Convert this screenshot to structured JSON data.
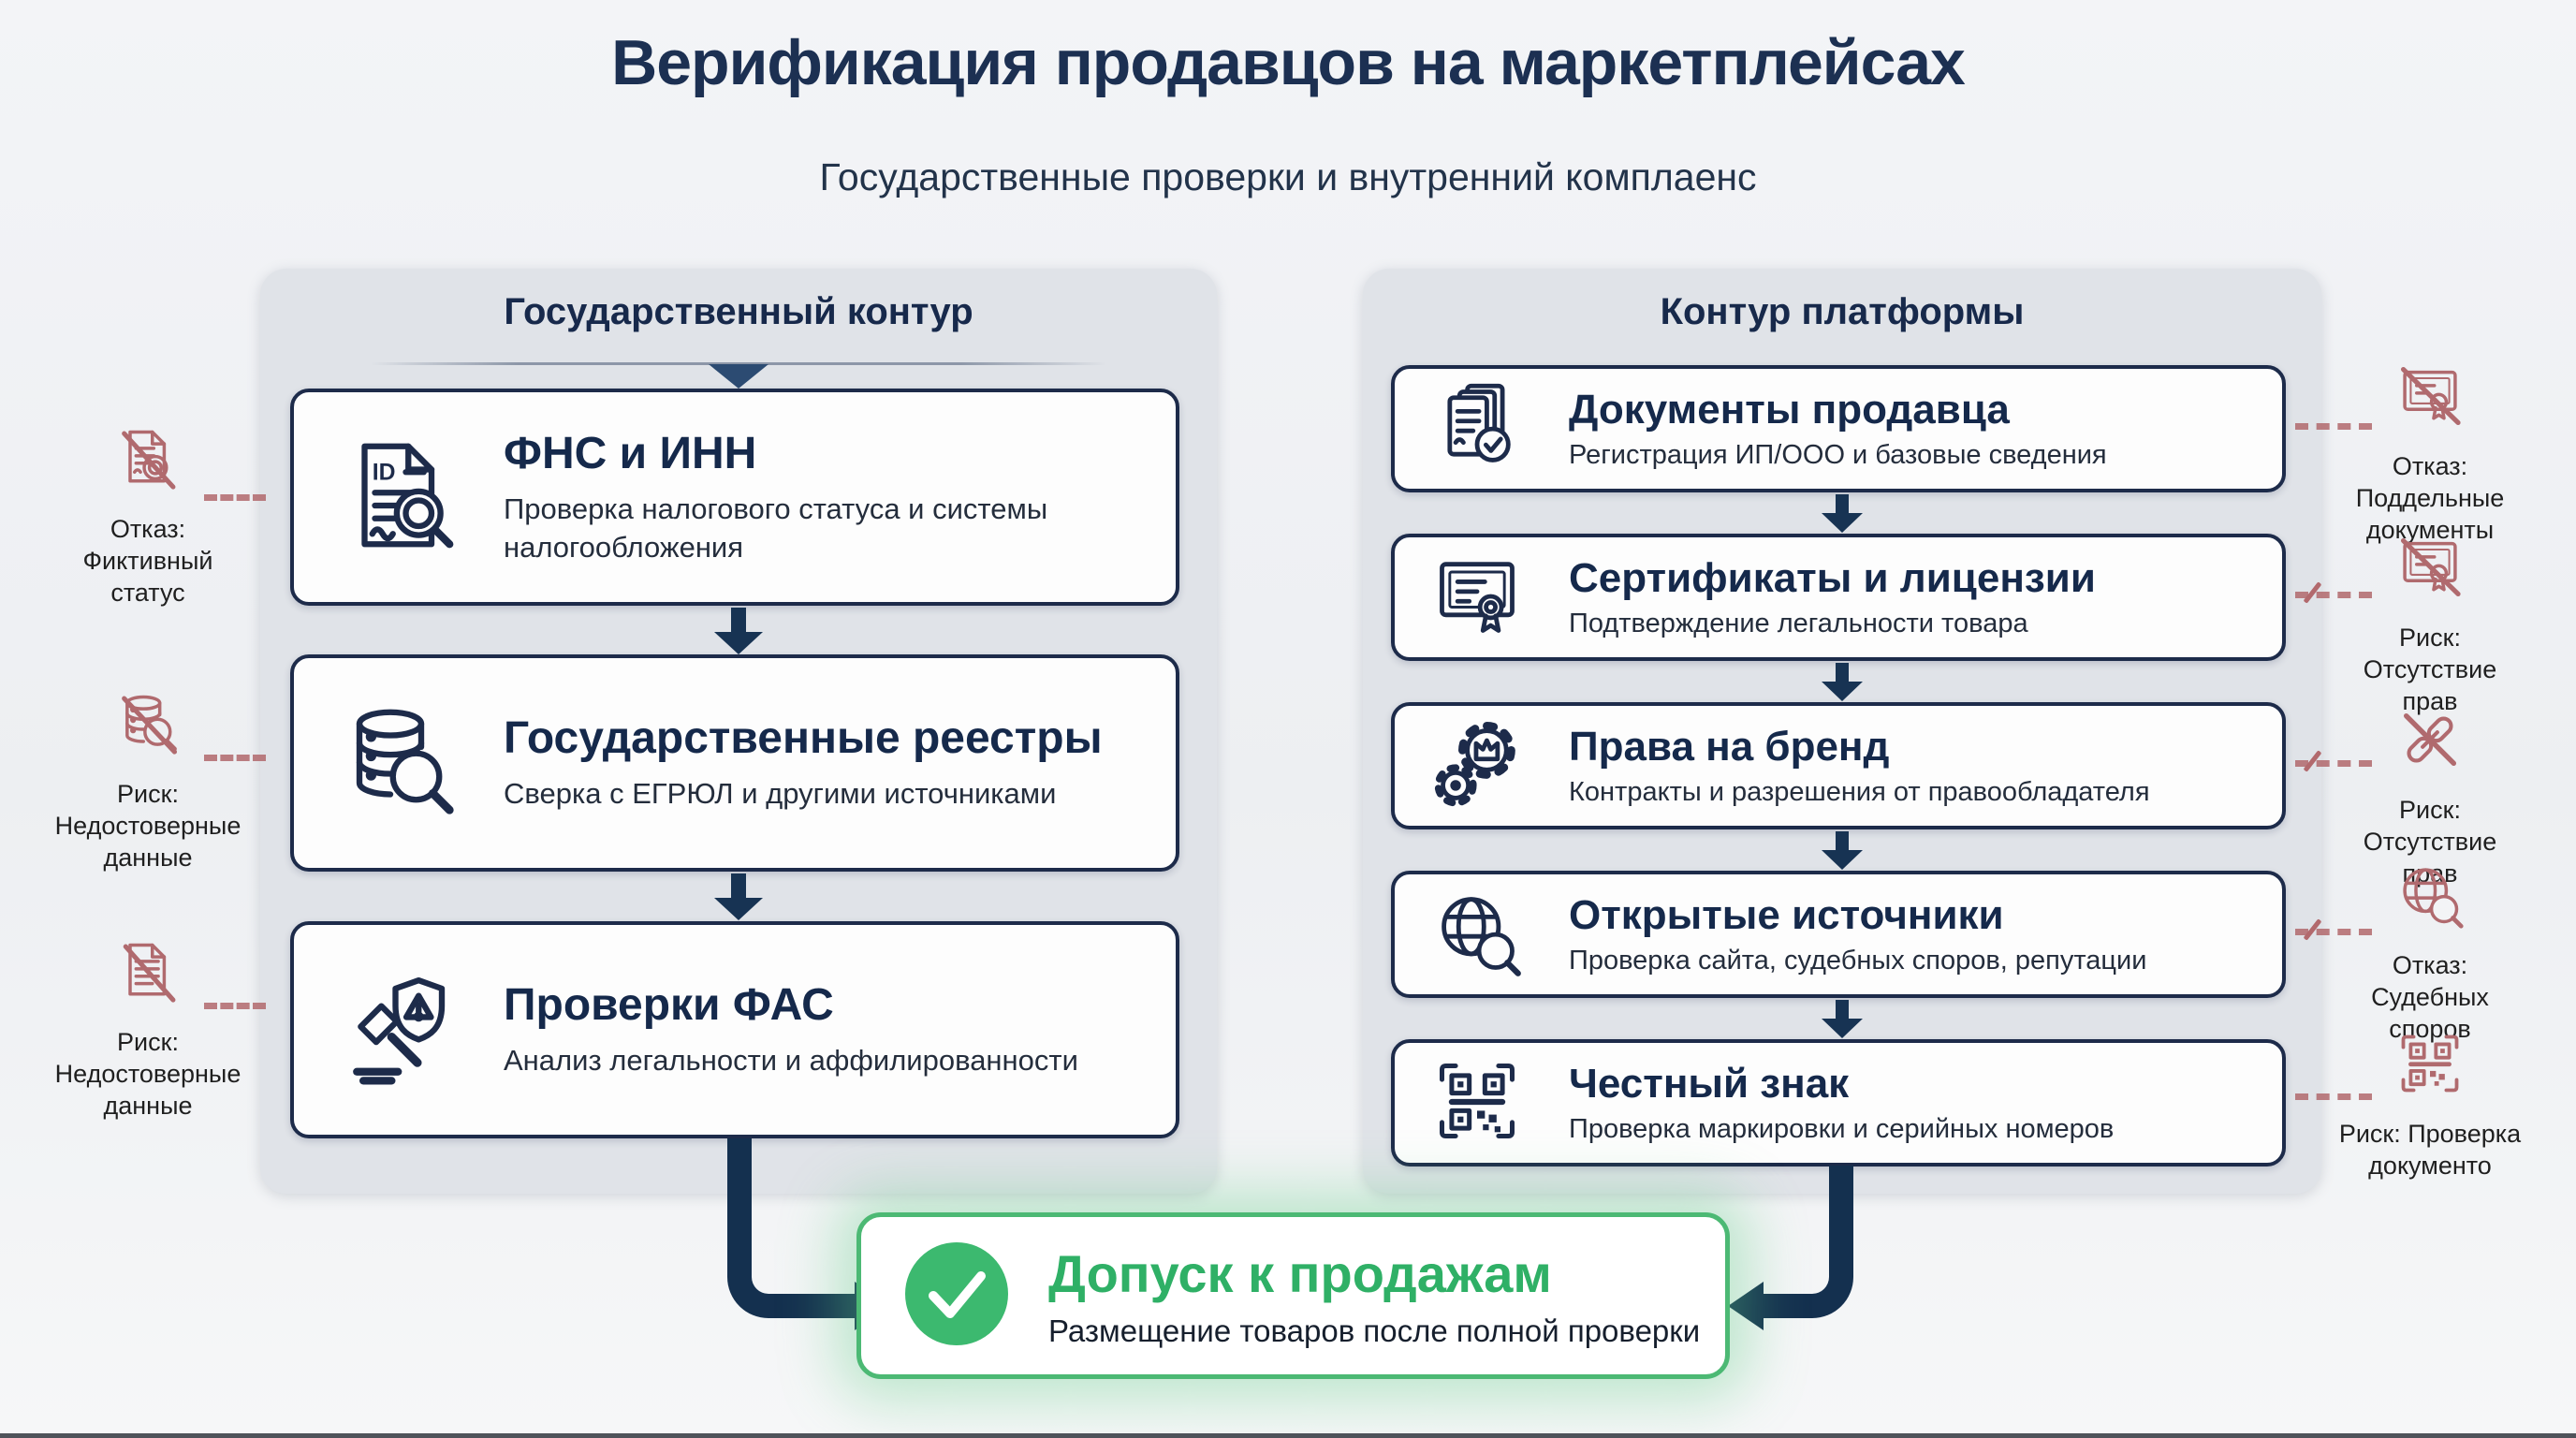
{
  "title": "Верификация продавцов на маркетплейсах",
  "subtitle": "Государственные проверки и внутренний комплаенс",
  "colors": {
    "navy": "#1d2b4a",
    "arrow": "#14304f",
    "panel_bg": "#e0e3e8",
    "green_accent": "#2fb066",
    "green_border": "#4cb974",
    "risk_red": "#b06a6e"
  },
  "left_panel": {
    "header": "Государственный контур",
    "boxes": [
      {
        "icon": "id-document-magnifier-icon",
        "title": "ФНС и ИНН",
        "subtitle": "Проверка налогового статуса и системы налогообложения"
      },
      {
        "icon": "database-magnifier-icon",
        "title": "Государственные реестры",
        "subtitle": "Сверка с ЕГРЮЛ и другими источниками"
      },
      {
        "icon": "gavel-shield-icon",
        "title": "Проверки ФАС",
        "subtitle": "Анализ легальности и аффилированности"
      }
    ]
  },
  "right_panel": {
    "header": "Контур платформы",
    "boxes": [
      {
        "icon": "documents-check-icon",
        "title": "Документы продавца",
        "subtitle": "Регистрация ИП/ООО и базовые сведения"
      },
      {
        "icon": "certificate-icon",
        "title": "Сертификаты и лицензии",
        "subtitle": "Подтверждение легальности товара"
      },
      {
        "icon": "gears-crown-icon",
        "title": "Права на бренд",
        "subtitle": "Контракты и разрешения от правообладателя"
      },
      {
        "icon": "globe-magnifier-icon",
        "title": "Открытые источники",
        "subtitle": "Проверка сайта, судебных споров, репутации"
      },
      {
        "icon": "qr-code-icon",
        "title": "Честный знак",
        "subtitle": "Проверка маркировки и серийных номеров"
      }
    ]
  },
  "left_risks": [
    {
      "icon": "document-crossed-icon",
      "label": "Отказ: Фиктивный статус"
    },
    {
      "icon": "database-crossed-icon",
      "label": "Риск: Недостоверные данные"
    },
    {
      "icon": "document-crossed-icon",
      "label": "Риск: Недостоверные данные"
    }
  ],
  "right_risks": [
    {
      "icon": "certificate-crossed-icon",
      "label": "Отказ: Поддельные документы"
    },
    {
      "icon": "certificate-crossed-icon",
      "label": "Риск: Отсутствие прав"
    },
    {
      "icon": "link-crossed-icon",
      "label": "Риск: Отсутствие прав"
    },
    {
      "icon": "globe-magnifier-red-icon",
      "label": "Отказ: Судебных споров"
    },
    {
      "icon": "qr-code-red-icon",
      "label": "Риск: Проверка документо"
    }
  ],
  "result": {
    "title": "Допуск к продажам",
    "subtitle": "Размещение товаров после полной проверки"
  }
}
